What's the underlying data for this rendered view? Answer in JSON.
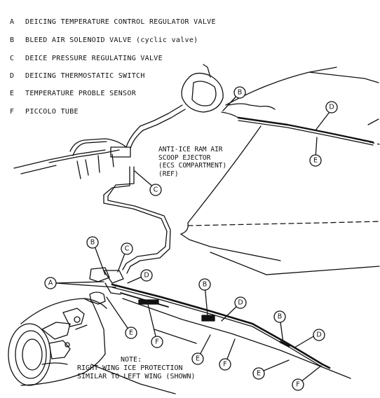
{
  "legend": [
    {
      "key": "A",
      "text": "DEICING TEMPERATURE CONTROL REGULATOR VALVE"
    },
    {
      "key": "B",
      "text": "BLEED AIR SOLENOID VALVE (cyclic valve)"
    },
    {
      "key": "C",
      "text": "DEICE PRESSURE REGULATING VALVE"
    },
    {
      "key": "D",
      "text": "DEICING THERMOSTATIC SWITCH"
    },
    {
      "key": "E",
      "text": "TEMPERATURE PROBLE SENSOR"
    },
    {
      "key": "F",
      "text": "PICCOLO TUBE"
    }
  ],
  "ram_air_label": [
    "ANTI-ICE RAM AIR",
    "SCOOP EJECTOR",
    "(ECS COMPARTMENT)",
    "(REF)"
  ],
  "note": [
    "NOTE:",
    "RIGHT WING ICE PROTECTION",
    "SIMILAR TO LEFT WING (SHOWN)"
  ],
  "callouts": {
    "top_b": "B",
    "top_d": "D",
    "top_e": "E",
    "top_c": "C",
    "mid_b": "B",
    "mid_c": "C",
    "mid_a": "A",
    "mid_d": "D",
    "mid_e": "E",
    "mid_f": "F",
    "low_b": "B",
    "low_d": "D",
    "low_e": "E",
    "low_f": "F",
    "tip_b": "B",
    "tip_d": "D",
    "tip_e": "E",
    "tip_f": "F"
  }
}
